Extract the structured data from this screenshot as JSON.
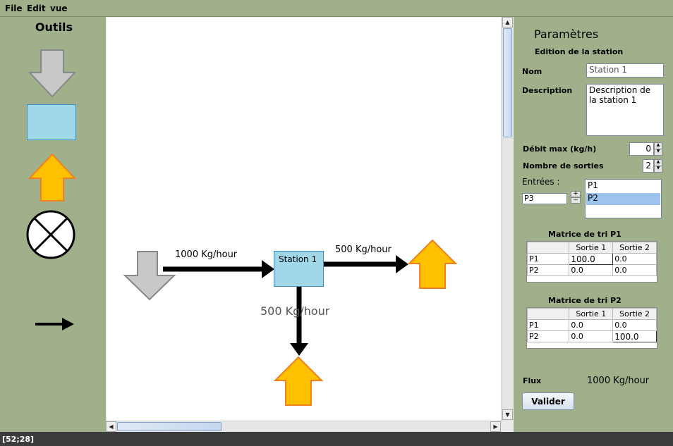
{
  "menu": {
    "file": "File",
    "edit": "Edit",
    "view": "vue"
  },
  "toolbox": {
    "title": "Outils",
    "tools": [
      "source-arrow-icon",
      "station-box-icon",
      "exit-arrow-icon",
      "mixer-cross-icon",
      "flow-arrow-icon"
    ]
  },
  "canvas": {
    "station_name": "Station 1",
    "flow_in": "1000 Kg/hour",
    "flow_right": "500 Kg/hour",
    "flow_down": "500 Kg/hour",
    "colors": {
      "source": "#c8c8c8",
      "station": "#a0d8ea",
      "exit": "#ffc000",
      "exit_border": "#f08020"
    }
  },
  "params": {
    "title": "Paramètres",
    "subtitle": "Edition de la station",
    "name_label": "Nom",
    "name_value": "Station 1",
    "description_label": "Description",
    "description_value": "Description de\nla station 1",
    "debit_label": "Débit max (kg/h)",
    "debit_value": "0",
    "sorties_label": "Nombre de sorties",
    "sorties_value": "2",
    "entrees_label": "Entrées :",
    "entrees_input": "P3",
    "entrees_list": [
      "P1",
      "P2"
    ],
    "entrees_selected": "P2",
    "matrix1": {
      "title": "Matrice de tri  P1",
      "headers": [
        "",
        "Sortie 1",
        "Sortie 2"
      ],
      "rows": [
        [
          "P1",
          "100.0",
          "0.0"
        ],
        [
          "P2",
          "0.0",
          "0.0"
        ]
      ]
    },
    "matrix2": {
      "title": "Matrice de tri  P2",
      "headers": [
        "",
        "Sortie 1",
        "Sortie 2"
      ],
      "rows": [
        [
          "P1",
          "0.0",
          "0.0"
        ],
        [
          "P2",
          "0.0",
          "100.0"
        ]
      ]
    },
    "flux_label": "Flux",
    "flux_value": "1000 Kg/hour",
    "validate_button": "Valider"
  },
  "status": {
    "text": "[52;28]"
  }
}
